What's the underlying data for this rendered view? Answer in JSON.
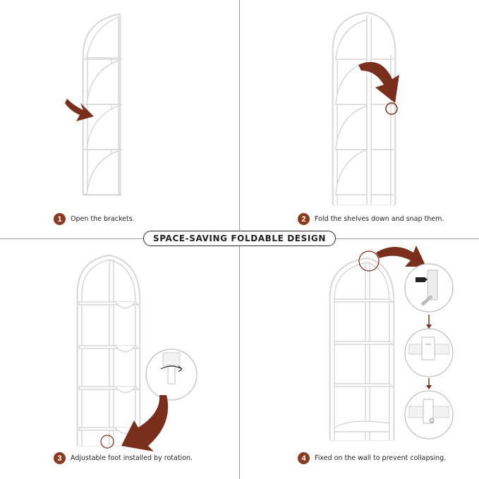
{
  "banner": {
    "title": "SPACE-SAVING FOLDABLE DESIGN"
  },
  "steps": [
    {
      "number": "1",
      "text": "Open the brackets."
    },
    {
      "number": "2",
      "text": "Fold the shelves down and snap them."
    },
    {
      "number": "3",
      "text": "Adjustable foot installed by rotation."
    },
    {
      "number": "4",
      "text": "Fixed on the wall to prevent collapsing."
    }
  ],
  "colors": {
    "accent": "#8b3a1f",
    "arrow": "#7a2e1c",
    "frame_line": "#d4d4d4",
    "divider": "#9a9a9a"
  }
}
